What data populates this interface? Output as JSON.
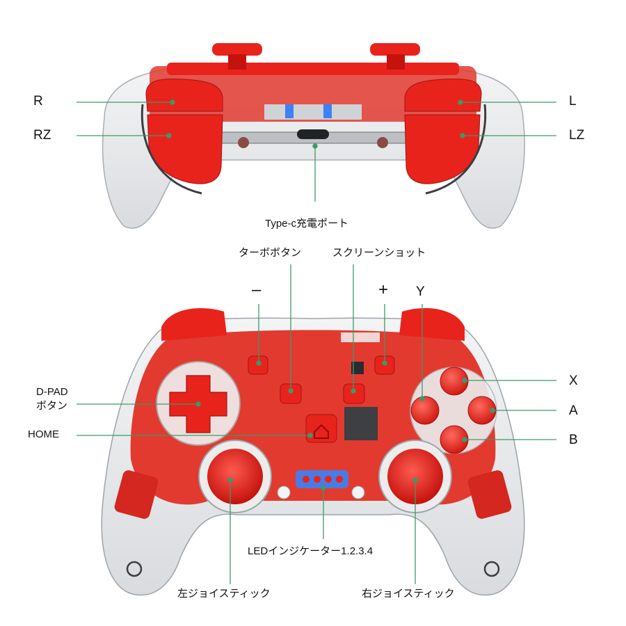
{
  "top_view": {
    "labels": {
      "r": "R",
      "rz": "RZ",
      "l": "L",
      "lz": "LZ",
      "typec": "Type-c充電ポート"
    }
  },
  "front_view": {
    "labels": {
      "turbo": "ターボボタン",
      "screenshot": "スクリーンショット",
      "minus": "–",
      "plus": "+",
      "y": "Y",
      "x": "X",
      "a": "A",
      "b": "B",
      "dpad_line1": "D-PAD",
      "dpad_line2": "ボタン",
      "home": "HOME",
      "led": "LEDインジケーター1.2.3.4",
      "left_stick": "左ジョイスティック",
      "right_stick": "右ジョイスティック"
    }
  },
  "colors": {
    "leader_line": "#3a9a6a",
    "controller_red": "#e8231c",
    "shell_clear": "#e6e8ea",
    "text": "#111111"
  }
}
